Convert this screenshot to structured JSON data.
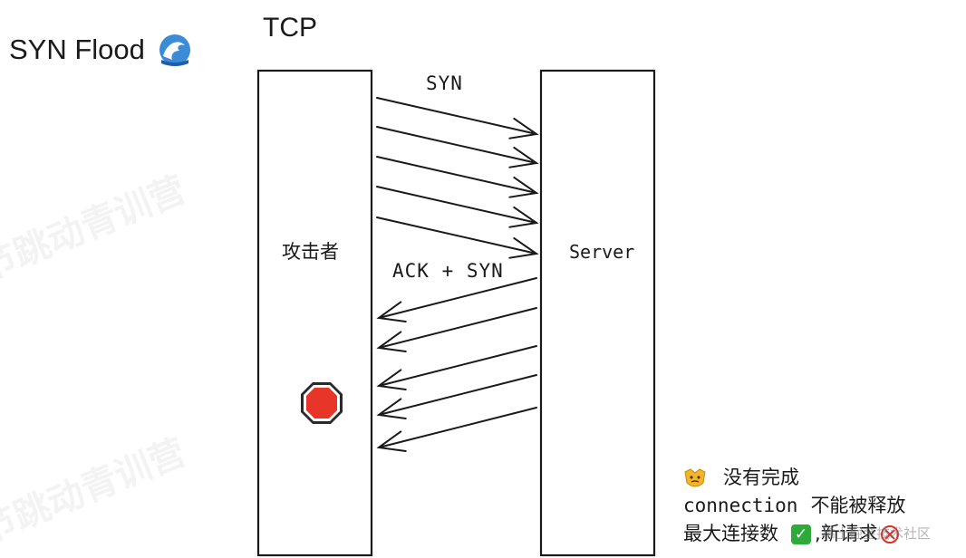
{
  "slide": {
    "title": "SYN Flood",
    "title_icon": "wave-icon"
  },
  "diagram": {
    "title": "TCP",
    "left_column_label": "攻击者",
    "right_column_label": "Server",
    "request_label": "SYN",
    "response_label": "ACK + SYN",
    "request_arrow_count": 5,
    "response_arrow_count": 5,
    "stop_icon": "stop-sign-icon"
  },
  "notes": {
    "line1_text": "没有完成",
    "line2_code": "connection",
    "line2_text": "不能被释放",
    "line3_text": "最大连接数",
    "line3_sep": ",",
    "line3_tail": "新请求",
    "icons": [
      "face-icon",
      "check-icon",
      "cross-icon"
    ]
  },
  "watermark": {
    "text": "节跳动青训营"
  },
  "source_tag": "稀土掘金技术社区",
  "colors": {
    "stroke": "#1a1a1a",
    "stop_red": "#e8352a",
    "check_green": "#2eaa3a",
    "cross_red": "#d9302a",
    "face_yellow": "#f3b52a"
  }
}
